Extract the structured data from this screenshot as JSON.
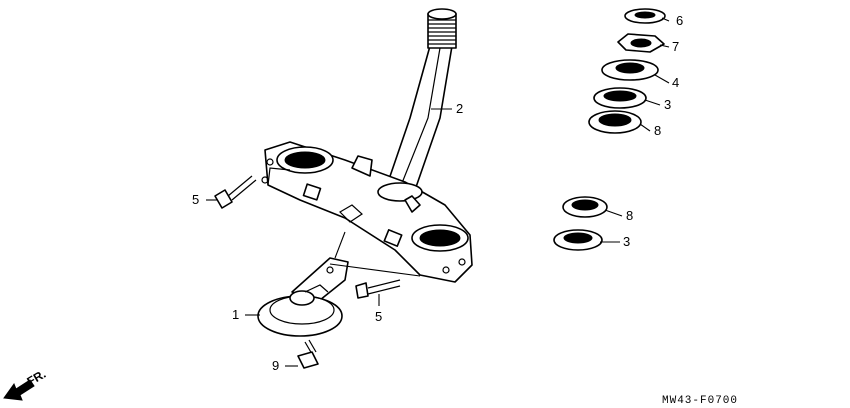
{
  "callouts": {
    "p1": "1",
    "p2": "2",
    "p3a": "3",
    "p3b": "3",
    "p4": "4",
    "p5a": "5",
    "p5b": "5",
    "p6": "6",
    "p7": "7",
    "p8a": "8",
    "p8b": "8",
    "p9": "9"
  },
  "direction_label": "FR.",
  "diagram_code": "MW43-F0700",
  "colors": {
    "ink": "#000000",
    "paper": "#ffffff"
  }
}
